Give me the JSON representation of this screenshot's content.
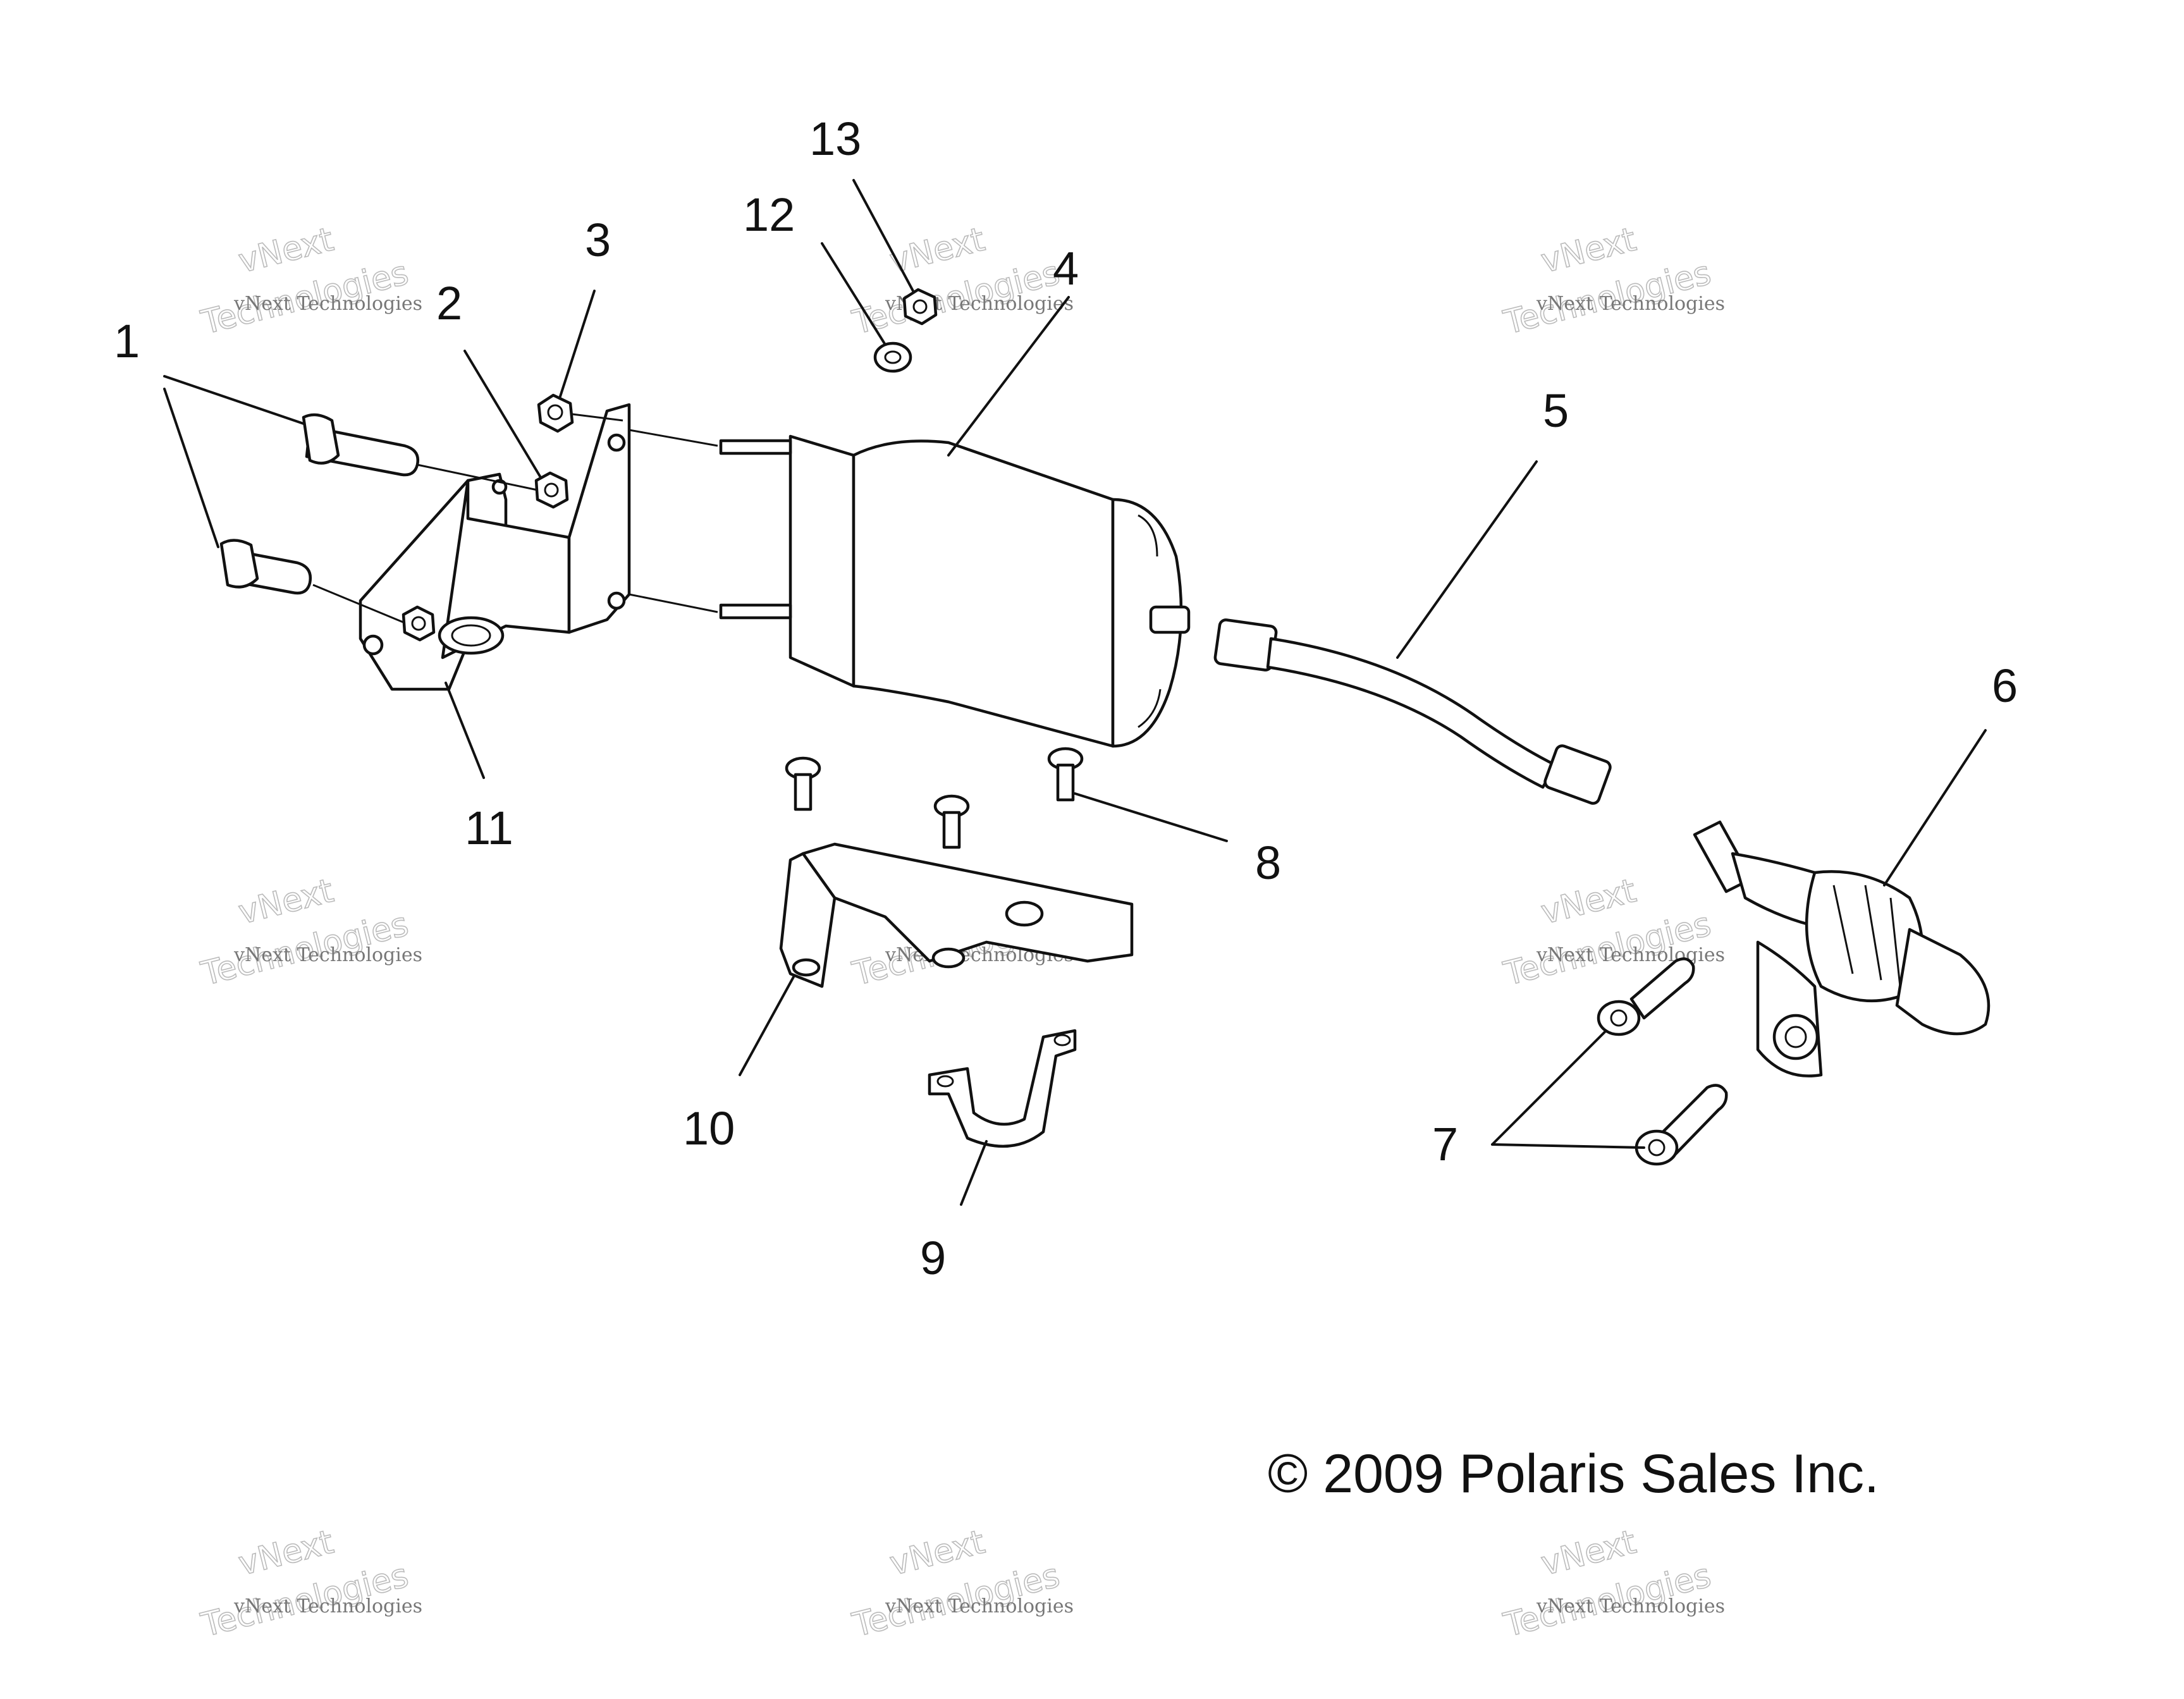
{
  "callouts": [
    {
      "id": "1",
      "label": "1"
    },
    {
      "id": "2",
      "label": "2"
    },
    {
      "id": "3",
      "label": "3"
    },
    {
      "id": "4",
      "label": "4"
    },
    {
      "id": "5",
      "label": "5"
    },
    {
      "id": "6",
      "label": "6"
    },
    {
      "id": "7",
      "label": "7"
    },
    {
      "id": "8",
      "label": "8"
    },
    {
      "id": "9",
      "label": "9"
    },
    {
      "id": "10",
      "label": "10"
    },
    {
      "id": "11",
      "label": "11"
    },
    {
      "id": "12",
      "label": "12"
    },
    {
      "id": "13",
      "label": "13"
    }
  ],
  "copyright": "© 2009 Polaris Sales Inc.",
  "watermark": {
    "line1": "vNext Technologies",
    "line2_a": "vNext",
    "line2_b": "Technologies"
  }
}
